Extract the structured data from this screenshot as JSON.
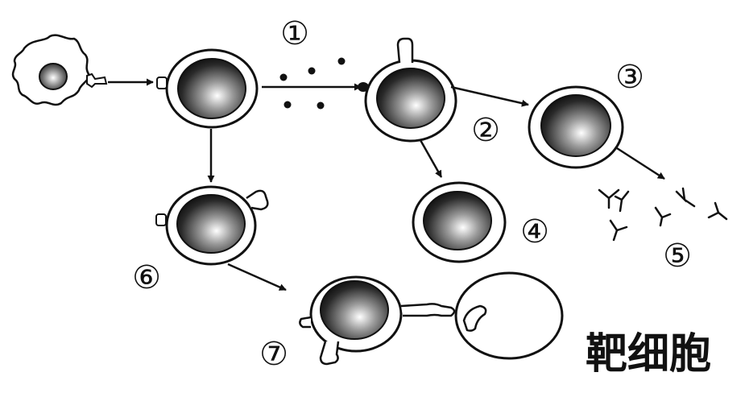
{
  "labels": {
    "l1": "①",
    "l2": "②",
    "l3": "③",
    "l4": "④",
    "l5": "⑤",
    "l6": "⑥",
    "l7": "⑦"
  },
  "target_cell_label": "靶细胞"
}
